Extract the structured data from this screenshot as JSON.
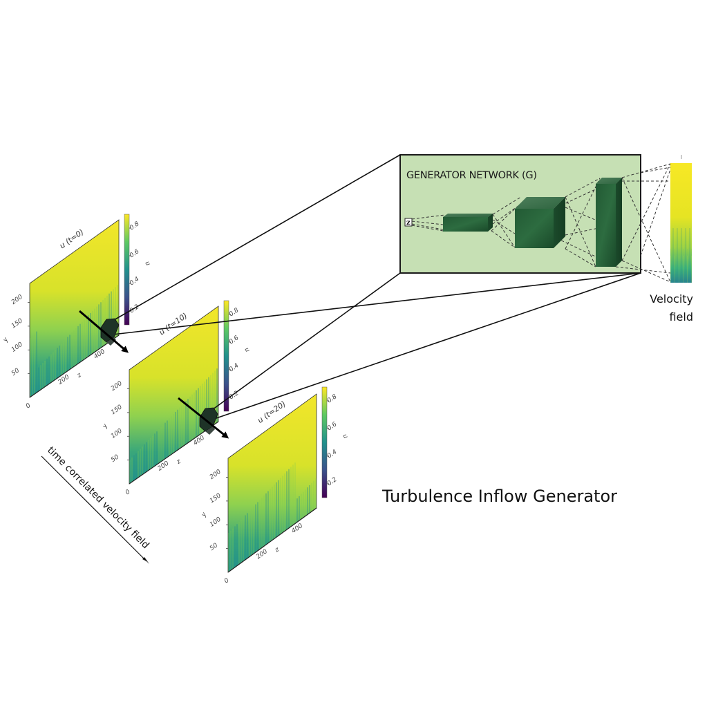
{
  "title": "Turbulence Inflow Generator",
  "generator": {
    "label": "GENERATOR NETWORK (G)",
    "latent_label": "z",
    "box_color": "#c6e0b4",
    "layer_color": "#1f5a32"
  },
  "output": {
    "label_line1": "Velocity",
    "label_line2": "field"
  },
  "time_axis_label": "time correlated velocity field",
  "panels": [
    {
      "title": "u (t=0)",
      "y_ticks": [
        "0",
        "50",
        "100",
        "150",
        "200"
      ],
      "z_ticks": [
        "200",
        "400"
      ],
      "y_label": "y",
      "z_label": "z",
      "cbar_ticks": [
        "0.2",
        "0.4",
        "0.6",
        "0.8"
      ],
      "cbar_label": "u"
    },
    {
      "title": "u (t=10)",
      "y_ticks": [
        "0",
        "50",
        "100",
        "150",
        "200"
      ],
      "z_ticks": [
        "200",
        "400"
      ],
      "y_label": "y",
      "z_label": "z",
      "cbar_ticks": [
        "0.2",
        "0.4",
        "0.6",
        "0.8"
      ],
      "cbar_label": "u"
    },
    {
      "title": "u (t=20)",
      "y_ticks": [
        "0",
        "50",
        "100",
        "150",
        "200"
      ],
      "z_ticks": [
        "200",
        "400"
      ],
      "y_label": "y",
      "z_label": "z",
      "cbar_ticks": [
        "0.2",
        "0.4",
        "0.6",
        "0.8"
      ],
      "cbar_label": "u"
    }
  ],
  "colormap": {
    "name": "viridis",
    "stops": [
      "#440154",
      "#3b528b",
      "#21918c",
      "#5ec962",
      "#fde725"
    ]
  }
}
